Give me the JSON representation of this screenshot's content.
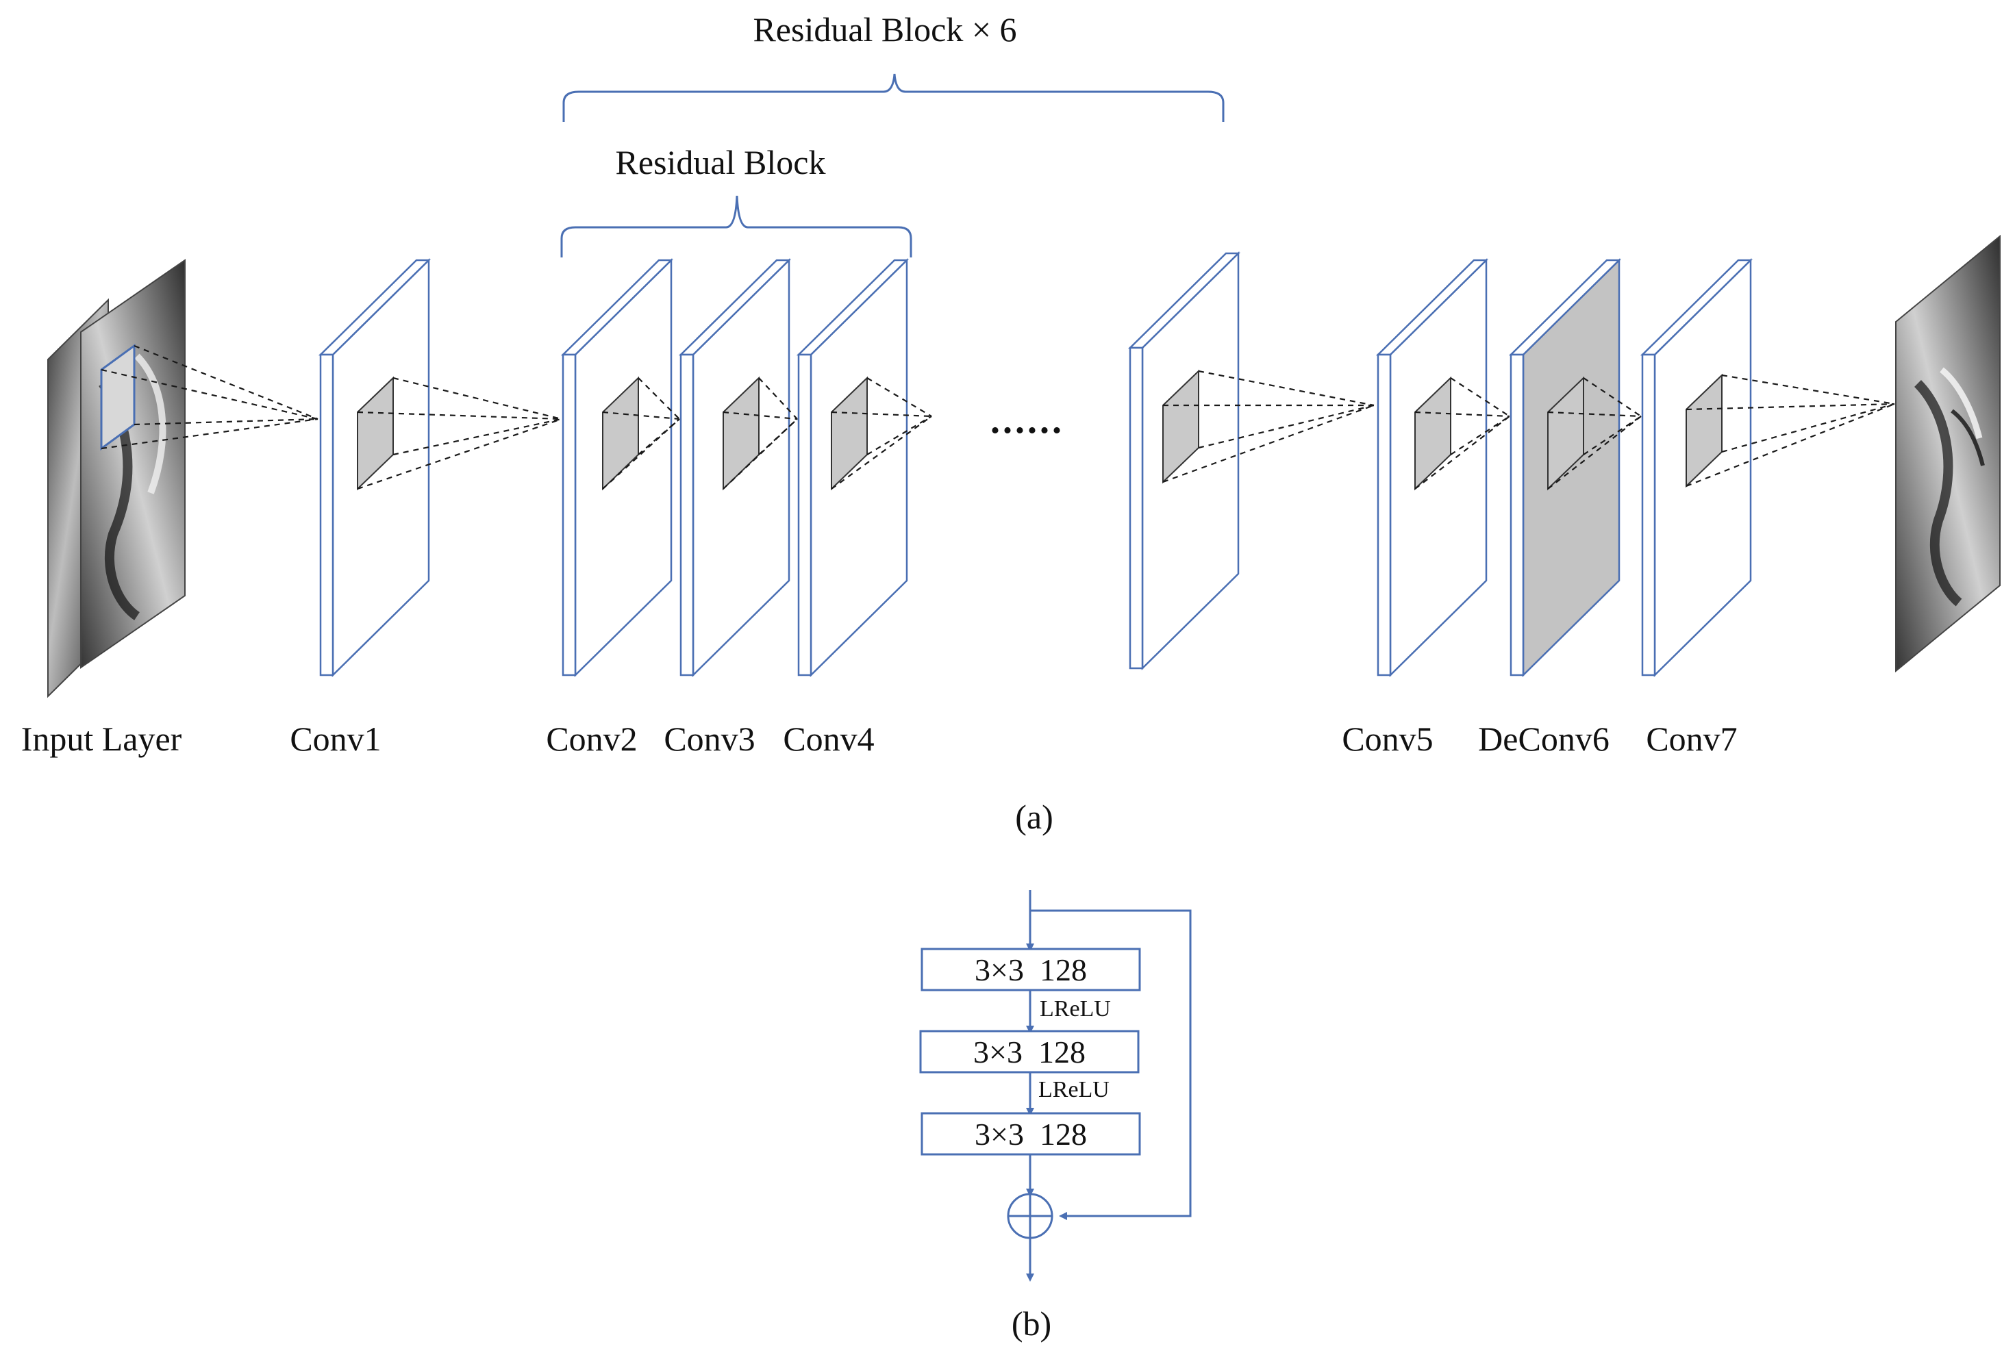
{
  "colors": {
    "blue": "#4a6fb3",
    "filter_gray": "#c9c9c9",
    "deconv_gray": "#c3c3c3",
    "line": "#1a1a1a"
  },
  "panel_a": {
    "group_label_outer": "Residual Block × 6",
    "group_label_inner": "Residual Block",
    "ellipsis": "......",
    "layers": [
      {
        "key": "input",
        "label": "Input Layer"
      },
      {
        "key": "conv1",
        "label": "Conv1"
      },
      {
        "key": "conv2",
        "label": "Conv2"
      },
      {
        "key": "conv3",
        "label": "Conv3"
      },
      {
        "key": "conv4",
        "label": "Conv4"
      },
      {
        "key": "conv5",
        "label": "Conv5"
      },
      {
        "key": "deconv6",
        "label": "DeConv6"
      },
      {
        "key": "conv7",
        "label": "Conv7"
      }
    ],
    "caption": "(a)"
  },
  "panel_b": {
    "boxes": [
      "3×3  128",
      "3×3  128",
      "3×3  128"
    ],
    "activations": [
      "LReLU",
      "LReLU"
    ],
    "caption": "(b)"
  }
}
